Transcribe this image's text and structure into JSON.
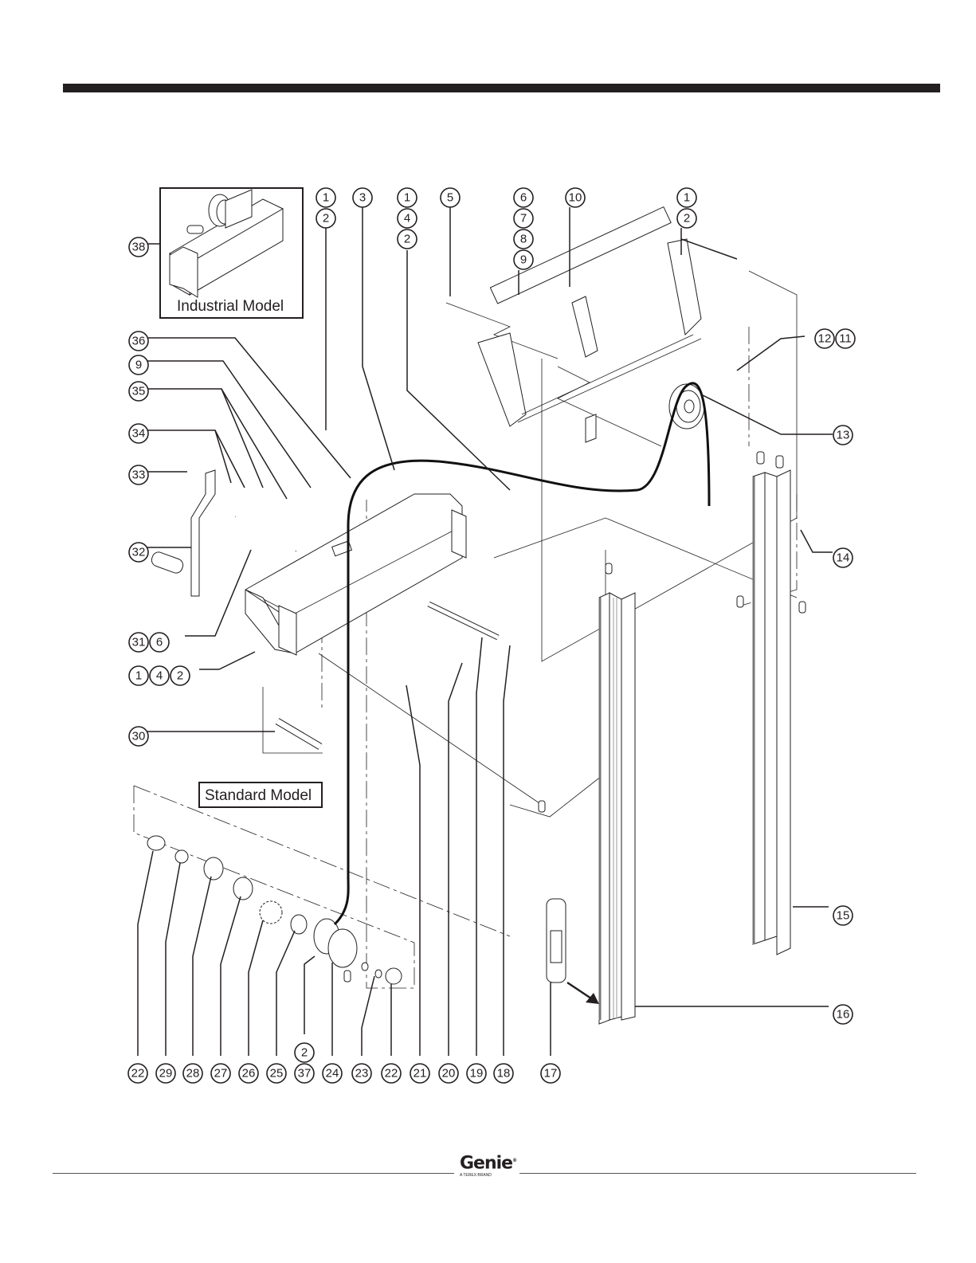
{
  "page": {
    "type": "exploded parts diagram",
    "insets": {
      "industrial": "Industrial Model",
      "standard": "Standard Model"
    }
  },
  "footer": {
    "brand": "Genie",
    "brand_mark": "®",
    "tagline": "A TEREX BRAND"
  },
  "callouts": {
    "top_1_2": [
      "1",
      "2"
    ],
    "top_3": [
      "3"
    ],
    "top_1_4_2": [
      "1",
      "4",
      "2"
    ],
    "top_5": [
      "5"
    ],
    "top_6_9": [
      "6",
      "7",
      "8",
      "9"
    ],
    "top_10": [
      "10"
    ],
    "top_right_1_2": [
      "1",
      "2"
    ],
    "right_12_11": [
      "12",
      "11"
    ],
    "right_13": [
      "13"
    ],
    "right_14": [
      "14"
    ],
    "right_15": [
      "15"
    ],
    "right_16": [
      "16"
    ],
    "left_38": [
      "38"
    ],
    "left_36": [
      "36"
    ],
    "left_9": [
      "9"
    ],
    "left_35": [
      "35"
    ],
    "left_34": [
      "34"
    ],
    "left_33": [
      "33"
    ],
    "left_32": [
      "32"
    ],
    "left_31_6": [
      "31",
      "6"
    ],
    "left_1_4_2": [
      "1",
      "4",
      "2"
    ],
    "left_30": [
      "30"
    ],
    "bottom_stack_2": [
      "2"
    ],
    "bottom_row": [
      "22",
      "29",
      "28",
      "27",
      "26",
      "25",
      "37",
      "24",
      "23",
      "22",
      "21",
      "20",
      "19",
      "18",
      "17"
    ]
  }
}
